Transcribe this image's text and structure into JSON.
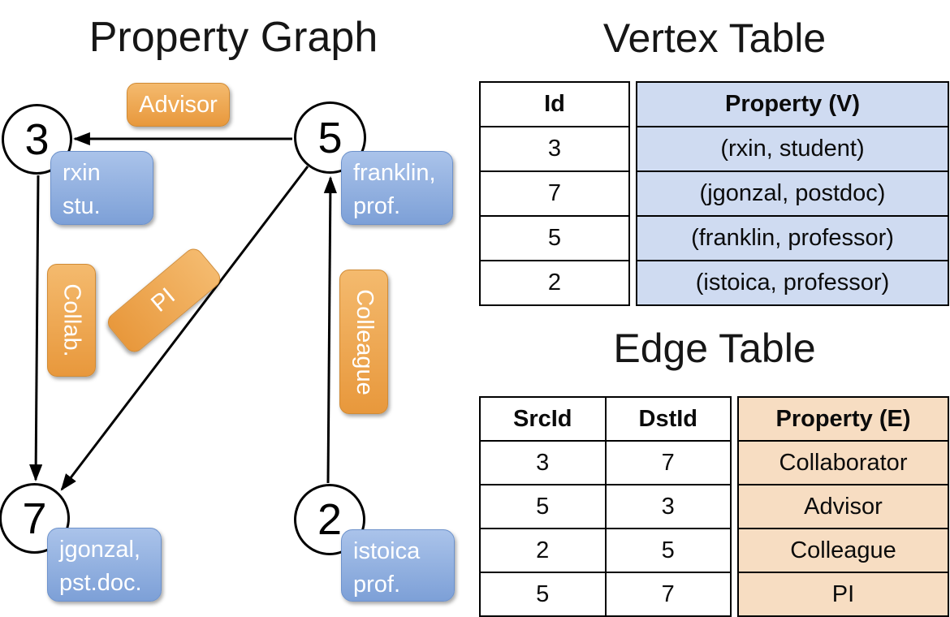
{
  "graph": {
    "title": "Property Graph",
    "nodes": [
      {
        "id": "3",
        "property": [
          "rxin",
          "stu."
        ]
      },
      {
        "id": "5",
        "property": [
          "franklin,",
          "prof."
        ]
      },
      {
        "id": "7",
        "property": [
          "jgonzal,",
          "pst.doc."
        ]
      },
      {
        "id": "2",
        "property": [
          "istoica",
          "prof."
        ]
      }
    ],
    "edge_labels": [
      {
        "name": "Advisor"
      },
      {
        "name": "Collab."
      },
      {
        "name": "PI"
      },
      {
        "name": "Colleague"
      }
    ]
  },
  "vertex_table": {
    "title": "Vertex Table",
    "columns": [
      "Id",
      "Property (V)"
    ],
    "rows": [
      [
        "3",
        "(rxin, student)"
      ],
      [
        "7",
        "(jgonzal, postdoc)"
      ],
      [
        "5",
        "(franklin, professor)"
      ],
      [
        "2",
        "(istoica, professor)"
      ]
    ]
  },
  "edge_table": {
    "title": "Edge Table",
    "columns": [
      "SrcId",
      "DstId",
      "Property (E)"
    ],
    "rows": [
      [
        "3",
        "7",
        "Collaborator"
      ],
      [
        "5",
        "3",
        "Advisor"
      ],
      [
        "2",
        "5",
        "Colleague"
      ],
      [
        "5",
        "7",
        "PI"
      ]
    ]
  },
  "colors": {
    "edge_label_fill": "#eda14b",
    "vertex_label_fill": "#8fafdf",
    "vertex_table_fill": "#cfdbf1",
    "edge_table_fill": "#f7ddc2",
    "line": "#000000"
  }
}
